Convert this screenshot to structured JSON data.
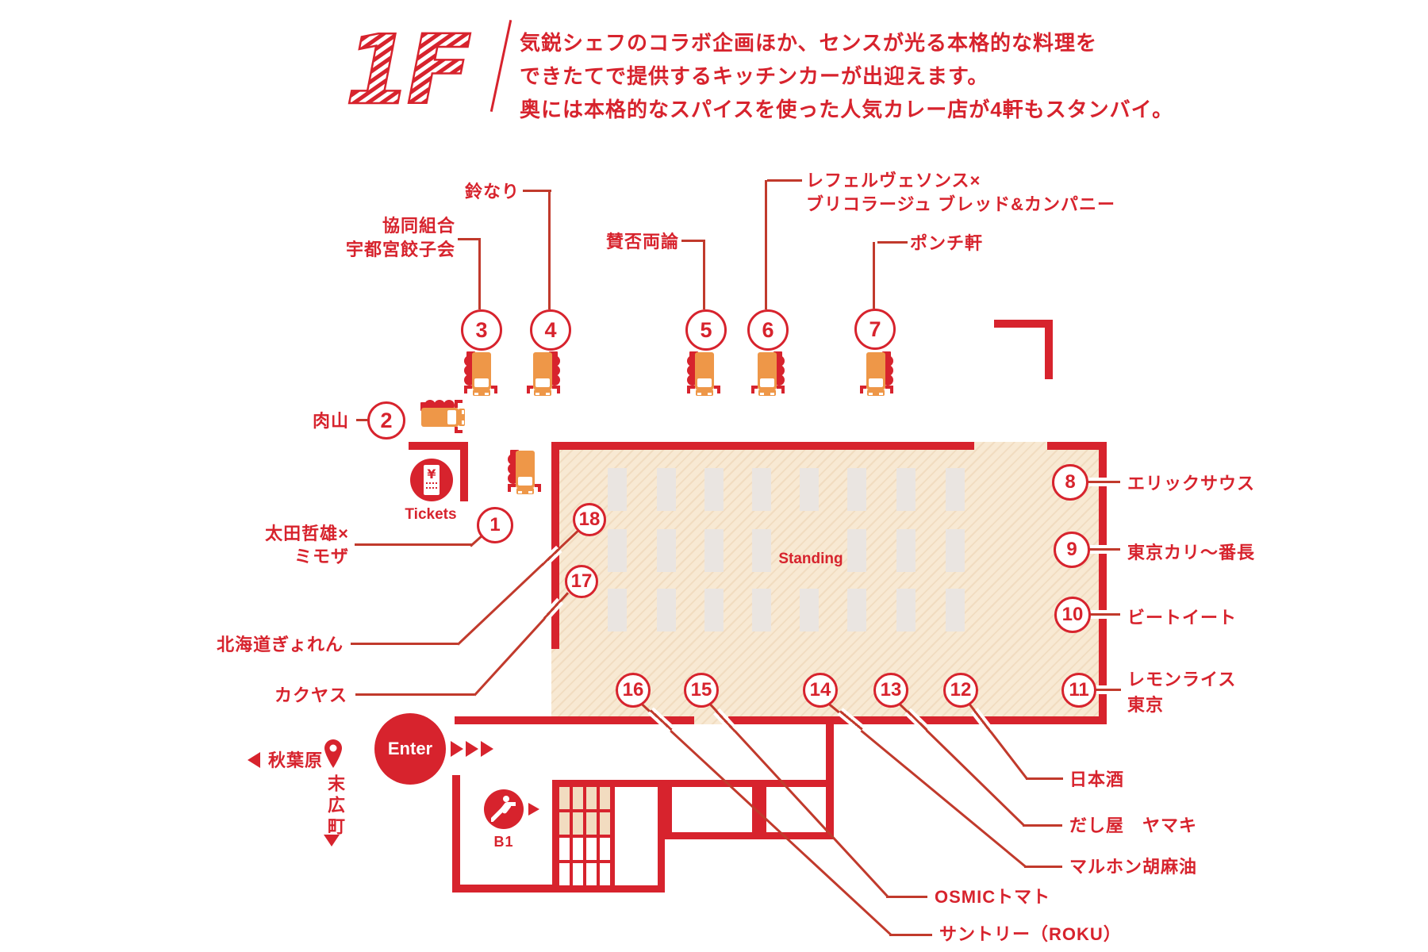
{
  "header": {
    "floor": "1F",
    "description_lines": [
      "気鋭シェフのコラボ企画ほか、センスが光る本格的な料理を",
      "できたてで提供するキッチンカーが出迎えます。",
      "奥には本格的なスパイスを使った人気カレー店が4軒もスタンバイ。"
    ]
  },
  "map": {
    "standing_label": "Standing",
    "tickets_label": "Tickets",
    "enter_label": "Enter",
    "b1_label": "B1",
    "station_left": "秋葉原",
    "street_bottom": "末広町"
  },
  "stalls": [
    {
      "num": "1",
      "label_lines": [
        "太田哲雄×",
        "ミモザ"
      ]
    },
    {
      "num": "2",
      "label_lines": [
        "肉山"
      ]
    },
    {
      "num": "3",
      "label_lines": [
        "協同組合",
        "宇都宮餃子会"
      ]
    },
    {
      "num": "4",
      "label_lines": [
        "鈴なり"
      ]
    },
    {
      "num": "5",
      "label_lines": [
        "賛否両論"
      ]
    },
    {
      "num": "6",
      "label_lines": [
        "レフェルヴェソンス×",
        "ブリコラージュ ブレッド&カンパニー"
      ]
    },
    {
      "num": "7",
      "label_lines": [
        "ポンチ軒"
      ]
    },
    {
      "num": "8",
      "label_lines": [
        "エリックサウス"
      ]
    },
    {
      "num": "9",
      "label_lines": [
        "東京カリ〜番長"
      ]
    },
    {
      "num": "10",
      "label_lines": [
        "ビートイート"
      ]
    },
    {
      "num": "11",
      "label_lines": [
        "レモンライス",
        "東京"
      ]
    },
    {
      "num": "12",
      "label_lines": [
        "日本酒"
      ]
    },
    {
      "num": "13",
      "label_lines": [
        "だし屋　ヤマキ"
      ]
    },
    {
      "num": "14",
      "label_lines": [
        "マルホン胡麻油"
      ]
    },
    {
      "num": "15",
      "label_lines": [
        "OSMICトマト"
      ]
    },
    {
      "num": "16",
      "label_lines": [
        "サントリー（ROKU）"
      ]
    },
    {
      "num": "17",
      "label_lines": [
        "カクヤス"
      ]
    },
    {
      "num": "18",
      "label_lines": [
        "北海道ぎょれん"
      ]
    }
  ],
  "icons": {
    "ticket": "ticket-icon",
    "escalator": "escalator-icon",
    "map_pin": "map-pin-icon",
    "food_truck": "food-truck-icon",
    "enter_arrows": "triple-arrow-icon",
    "left_arrow": "left-arrow-icon",
    "down_arrow": "down-arrow-icon"
  },
  "colors": {
    "red": "#d7232d",
    "line_red": "#c13a2c",
    "orange": "#ee9748",
    "beige": "#f8e9d3",
    "table_gray": "#eae5e1"
  }
}
